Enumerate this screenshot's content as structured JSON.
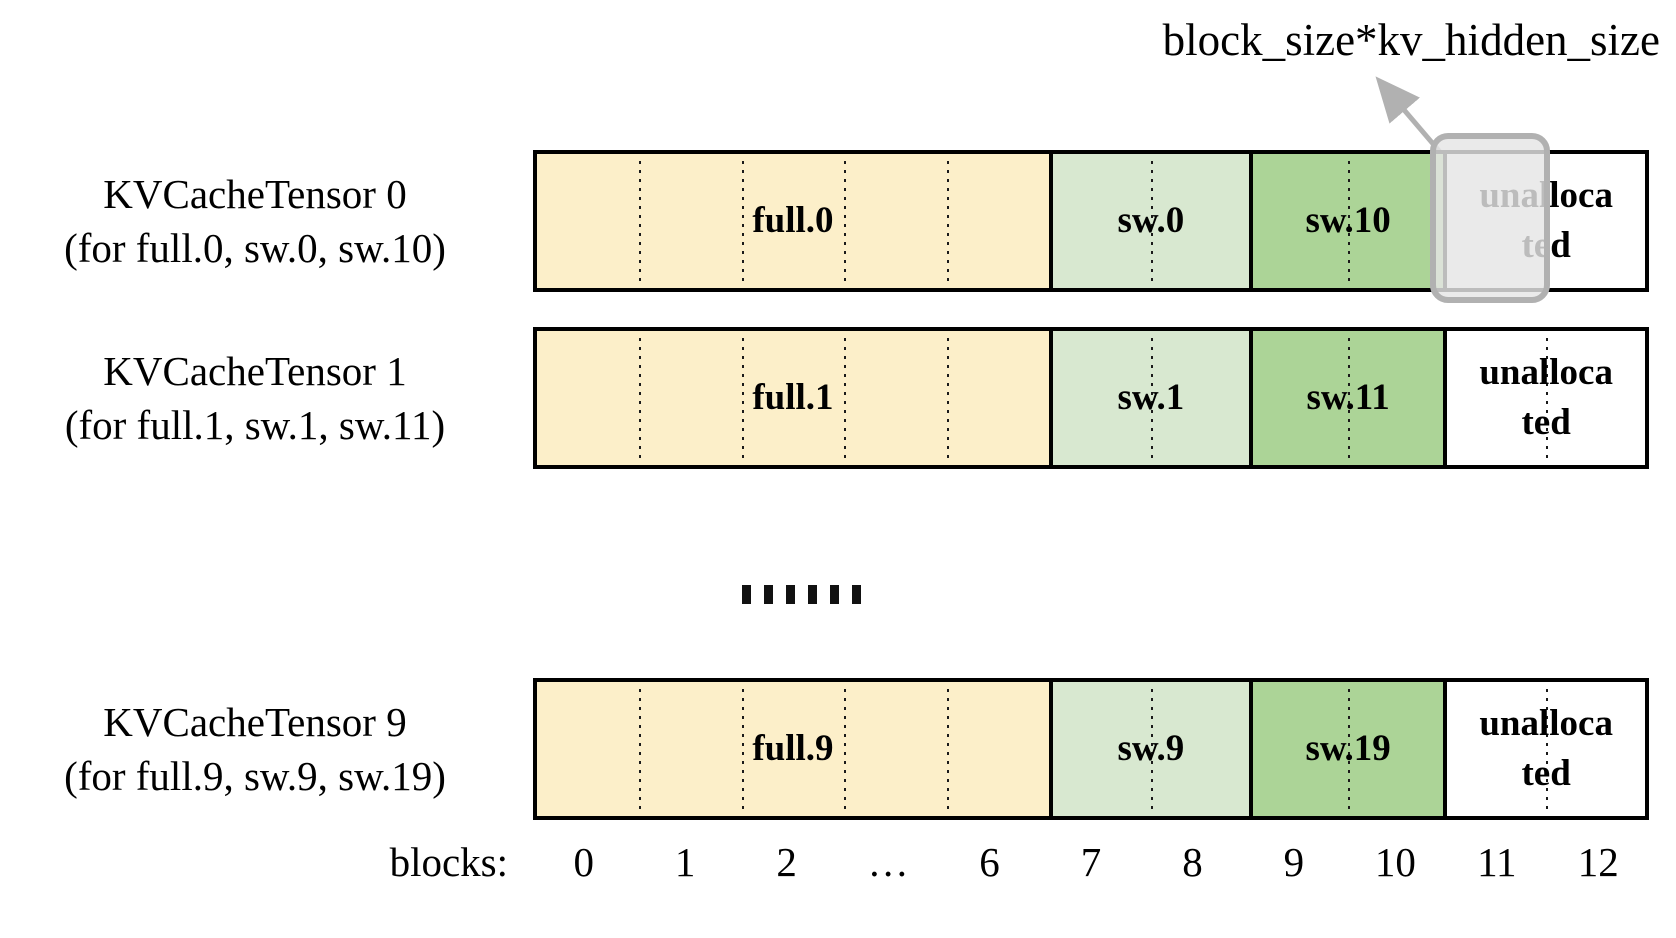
{
  "annotation": {
    "label": "block_size*kv_hidden_size"
  },
  "rows": [
    {
      "title": "KVCacheTensor 0",
      "subtitle": "(for full.0, sw.0, sw.10)",
      "segments": [
        {
          "label": "full.0"
        },
        {
          "label": "sw.0"
        },
        {
          "label": "sw.10"
        },
        {
          "line1": "unalloca",
          "line2": "ted"
        }
      ]
    },
    {
      "title": "KVCacheTensor 1",
      "subtitle": "(for full.1, sw.1, sw.11)",
      "segments": [
        {
          "label": "full.1"
        },
        {
          "label": "sw.1"
        },
        {
          "label": "sw.11"
        },
        {
          "line1": "unalloca",
          "line2": "ted"
        }
      ]
    },
    {
      "title": "KVCacheTensor 9",
      "subtitle": "(for full.9, sw.9, sw.19)",
      "segments": [
        {
          "label": "full.9"
        },
        {
          "label": "sw.9"
        },
        {
          "label": "sw.19"
        },
        {
          "line1": "unalloca",
          "line2": "ted"
        }
      ]
    }
  ],
  "ellipsis": "……",
  "axis": {
    "label": "blocks:",
    "ticks": [
      "0",
      "1",
      "2",
      "…",
      "6",
      "7",
      "8",
      "9",
      "10",
      "11",
      "12"
    ]
  },
  "colors": {
    "full": "#FCEFC9",
    "sw_low": "#D8E8D0",
    "sw_high": "#ACD497",
    "unallocated": "#FFFFFF",
    "highlight_fill": "#E5E5E5",
    "highlight_border": "#B1B1B1",
    "arrow": "#B1B1B1",
    "border": "#000000"
  }
}
